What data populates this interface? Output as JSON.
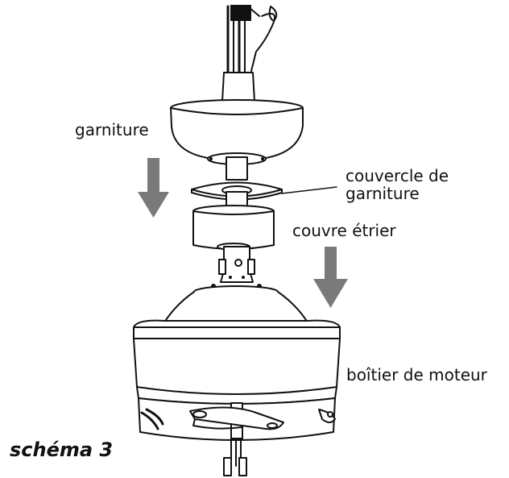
{
  "labels": {
    "canopy": "garniture",
    "canopy_cover_line1": "couvercle de",
    "canopy_cover_line2": "garniture",
    "yoke_cover": "couvre étrier",
    "motor_housing": "boîtier de moteur"
  },
  "figure_caption": "schéma 3",
  "colors": {
    "line": "#111111",
    "arrow": "#7a7a7a",
    "background": "#ffffff"
  }
}
